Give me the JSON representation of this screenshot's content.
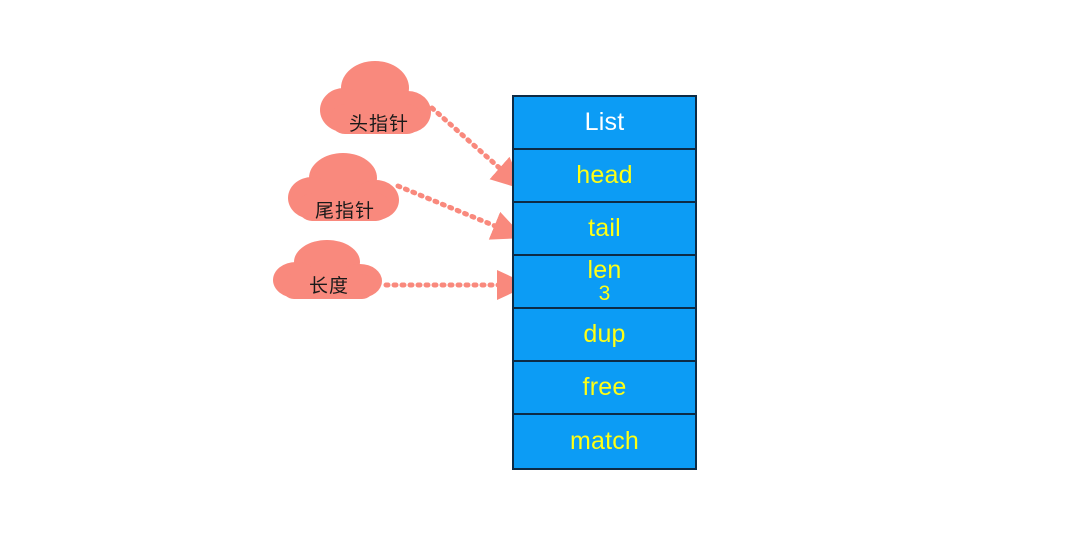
{
  "diagram": {
    "title": "List struct with annotated pointer fields",
    "colors": {
      "cell_fill": "#0c9cf5",
      "cell_border": "#0d2b45",
      "field_text": "#ffff14",
      "header_text": "#ffffff",
      "cloud_fill": "#f9897d",
      "cloud_text": "#1a1a1a",
      "arrow": "#f9897d",
      "background": "#ffffff"
    },
    "struct": {
      "header": {
        "label": "List"
      },
      "fields": [
        {
          "name": "head",
          "value": ""
        },
        {
          "name": "tail",
          "value": ""
        },
        {
          "name": "len",
          "value": "3"
        },
        {
          "name": "dup",
          "value": ""
        },
        {
          "name": "free",
          "value": ""
        },
        {
          "name": "match",
          "value": ""
        }
      ]
    },
    "callouts": [
      {
        "id": "head-pointer",
        "label": "头指针",
        "target": "head"
      },
      {
        "id": "tail-pointer",
        "label": "尾指针",
        "target": "tail"
      },
      {
        "id": "length",
        "label": "长度",
        "target": "len"
      }
    ]
  }
}
